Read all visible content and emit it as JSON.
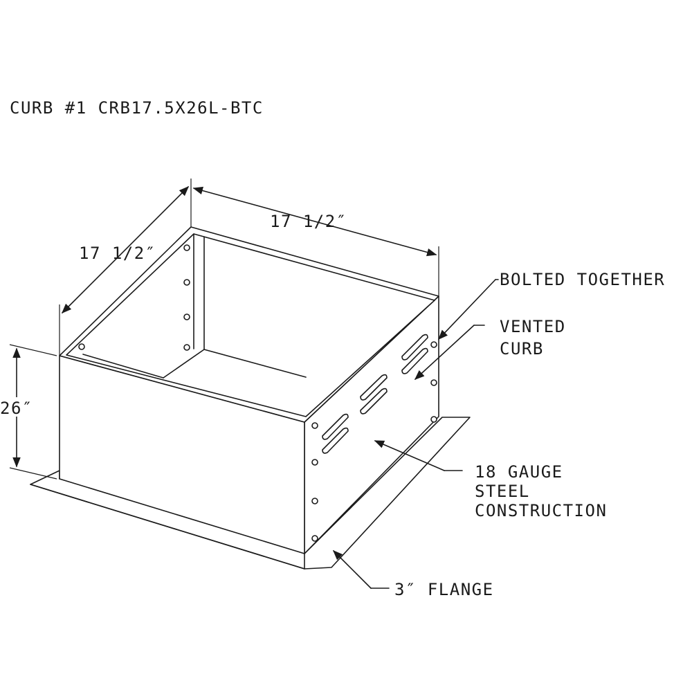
{
  "title": "CURB #1 CRB17.5X26L-BTC",
  "dimensions": {
    "width_top": "17 1/2″",
    "width_left": "17 1/2″",
    "height": "26″"
  },
  "callouts": {
    "bolted_together": "BOLTED TOGETHER",
    "vented_line1": "VENTED",
    "vented_line2": "CURB",
    "gauge_line1": "18 GAUGE",
    "gauge_line2": "STEEL",
    "gauge_line3": "CONSTRUCTION",
    "flange": "3″ FLANGE"
  },
  "colors": {
    "ink": "#1a1a1a",
    "paper": "#ffffff"
  }
}
